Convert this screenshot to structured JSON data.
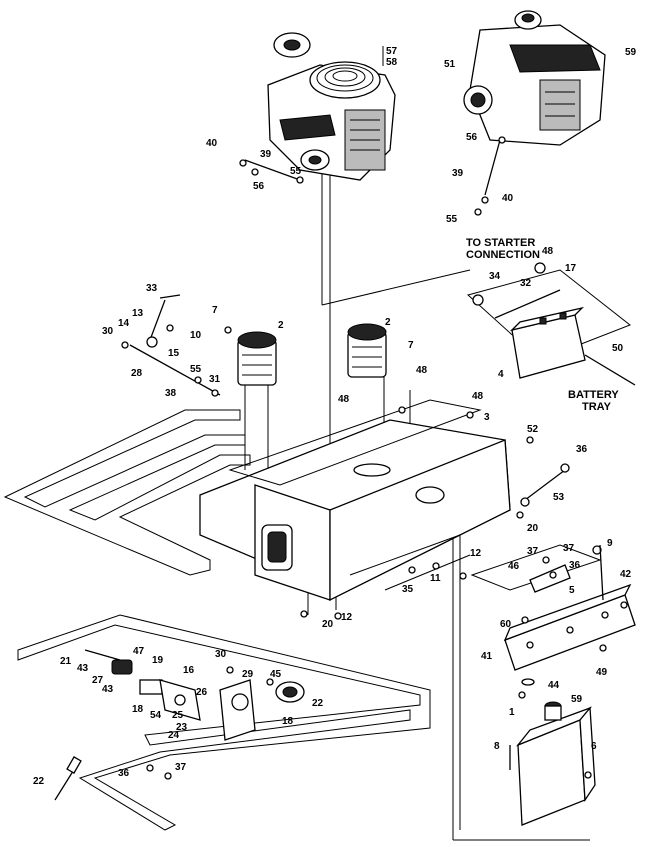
{
  "callouts": {
    "c57": "57",
    "c58": "58",
    "c40a": "40",
    "c39a": "39",
    "c56a": "56",
    "c55a": "55",
    "c51": "51",
    "c59": "59",
    "c56b": "56",
    "c39b": "39",
    "c55b": "55",
    "c40b": "40",
    "c48a": "48",
    "c34": "34",
    "c32a": "32",
    "c17": "17",
    "c50": "50",
    "c4": "4",
    "c33": "33",
    "c30a": "30",
    "c14": "14",
    "c13": "13",
    "c10": "10",
    "c15": "15",
    "c28": "28",
    "c55c": "55",
    "c31": "31",
    "c38": "38",
    "c7a": "7",
    "c2a": "2",
    "c2b": "2",
    "c7b": "7",
    "c48b": "48",
    "c48c": "48",
    "c48d": "48",
    "c3": "3",
    "c52": "52",
    "c36a": "36",
    "c53": "53",
    "c20a": "20",
    "c9": "9",
    "c37a": "37",
    "c46": "46",
    "c5": "5",
    "c37b": "37",
    "c36b": "36",
    "c42": "42",
    "c12a": "12",
    "c11": "11",
    "c35": "35",
    "c20b": "20",
    "c12b": "12",
    "c60": "60",
    "c41": "41",
    "c49": "49",
    "c44": "44",
    "c1": "1",
    "c59b": "59",
    "c8": "8",
    "c6": "6",
    "c21": "21",
    "c43a": "43",
    "c27": "27",
    "c43b": "43",
    "c47": "47",
    "c19": "19",
    "c30b": "30",
    "c16": "16",
    "c54": "54",
    "c26": "26",
    "c25": "25",
    "c29": "29",
    "c45": "45",
    "c22a": "22",
    "c23": "23",
    "c24": "24",
    "c18": "18",
    "c22b": "22",
    "c36c": "36",
    "c37c": "37"
  },
  "notes": {
    "starter_line1": "TO STARTER",
    "starter_line2": "CONNECTION",
    "battery_line1": "BATTERY",
    "battery_line2": "TRAY"
  }
}
